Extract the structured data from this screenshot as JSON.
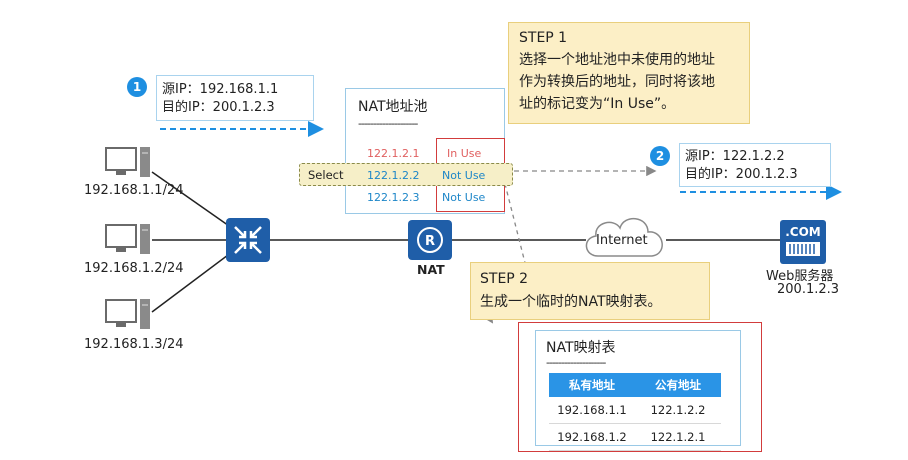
{
  "step1": {
    "title": "STEP 1",
    "lines": [
      "选择一个地址池中未使用的地址",
      "作为转换后的地址，同时将该地",
      "址的标记变为“In Use”。"
    ]
  },
  "step2": {
    "title": "STEP 2",
    "line": "生成一个临时的NAT映射表。"
  },
  "packet1": {
    "badge": "1",
    "src": "源IP：192.168.1.1",
    "dst": "目的IP：200.1.2.3"
  },
  "packet2": {
    "badge": "2",
    "src": "源IP：122.1.2.2",
    "dst": "目的IP：200.1.2.3"
  },
  "hosts": [
    "192.168.1.1/24",
    "192.168.1.2/24",
    "192.168.1.3/24"
  ],
  "pool": {
    "title": "NAT地址池",
    "divider": "--------------------",
    "select_label": "Select",
    "rows": [
      {
        "ip": "122.1.2.1",
        "status": "In Use"
      },
      {
        "ip": "122.1.2.2",
        "status": "Not Use"
      },
      {
        "ip": "122.1.2.3",
        "status": "Not Use"
      }
    ]
  },
  "router_label": "NAT",
  "internet_label": "Internet",
  "server": {
    "badge": ".COM",
    "name": "Web服务器",
    "ip": "200.1.2.3"
  },
  "mapping": {
    "title": "NAT映射表",
    "divider": "--------------------",
    "headers": [
      "私有地址",
      "公有地址"
    ],
    "rows": [
      [
        "192.168.1.1",
        "122.1.2.2"
      ],
      [
        "192.168.1.2",
        "122.1.2.1"
      ]
    ]
  },
  "colors": {
    "accent_blue": "#1e8fe1",
    "in_use_red": "#e06060",
    "pool_blue": "#1d86c8",
    "step_fill": "#fcefc6",
    "highlight_red": "#d23c3c"
  }
}
